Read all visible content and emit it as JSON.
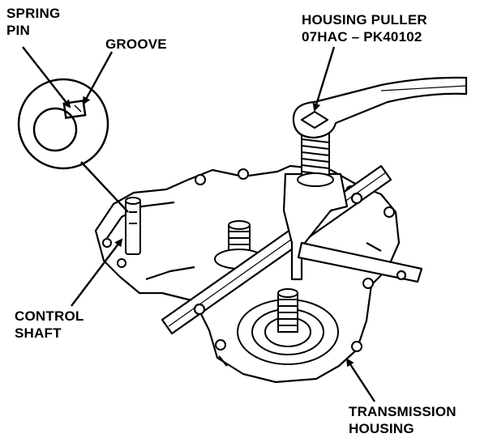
{
  "labels": {
    "spring_pin": [
      "SPRING",
      "PIN"
    ],
    "groove": "GROOVE",
    "housing_puller": [
      "HOUSING PULLER",
      "07HAC – PK40102"
    ],
    "control_shaft": [
      "CONTROL",
      "SHAFT"
    ],
    "transmission_housing": [
      "TRANSMISSION",
      "HOUSING"
    ]
  },
  "colors": {
    "ink": "#000000",
    "paper": "#ffffff"
  }
}
